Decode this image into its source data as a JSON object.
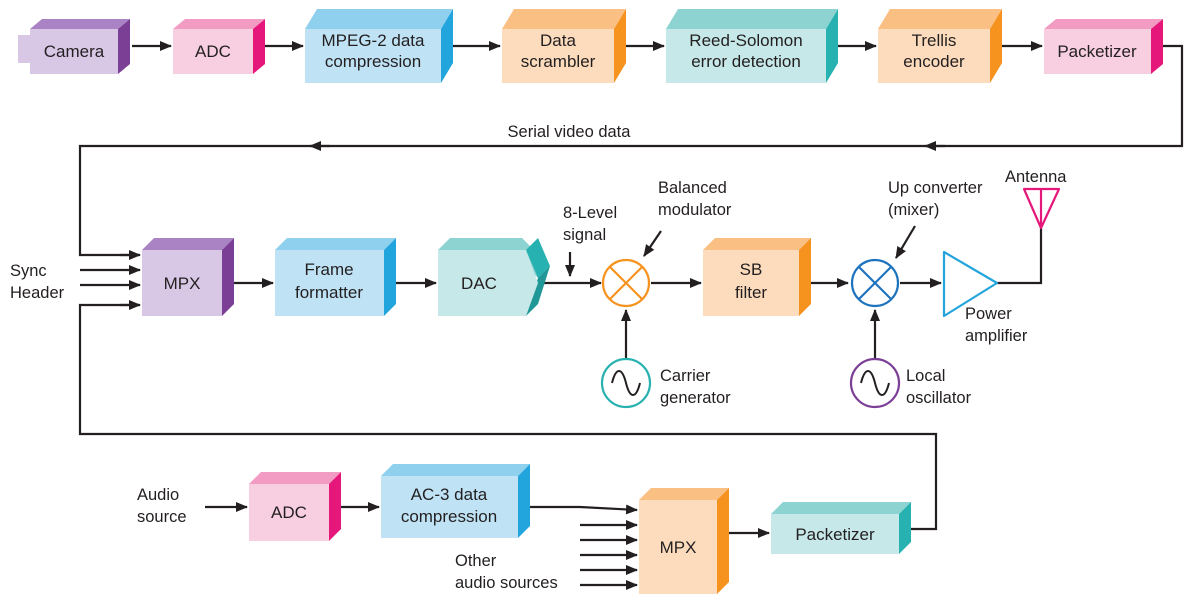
{
  "colors": {
    "camera": "#d8c8e6",
    "camera_side": "#7c3f96",
    "adc": "#f7cfe0",
    "adc_side": "#e5177b",
    "mpeg": "#bfe3f5",
    "mpeg_side": "#22a4dc",
    "scrambler": "#fcdcbd",
    "scrambler_side": "#f6921e",
    "reed": "#c6e8e8",
    "reed_side": "#27b1b0",
    "trellis": "#fcdcbd",
    "trellis_side": "#f6921e",
    "packetizer": "#f7cfe0",
    "packetizer_side": "#e5177b",
    "mpx": "#d8c8e6",
    "mpx_side": "#7c3f96",
    "frame": "#bfe3f5",
    "frame_side": "#22a4dc",
    "dac": "#c6e8e8",
    "dac_side": "#27b1b0",
    "sbfilter": "#fcdcbd",
    "sbfilter_side": "#f6921e",
    "mpx2": "#fcdcbd",
    "mpx2_side": "#f6921e",
    "packetizer2": "#c6e8e8",
    "packetizer2_side": "#27b1b0",
    "balanced_mod": "#f6921e",
    "mixer": "#1e73be",
    "carrier": "#27b1b0",
    "local_osc": "#7c3f96",
    "amplifier": "#22a4dc",
    "antenna": "#e5177b"
  },
  "blocks": {
    "camera": "Camera",
    "adc1": "ADC",
    "mpeg": [
      "MPEG-2 data",
      "compression"
    ],
    "scrambler": [
      "Data",
      "scrambler"
    ],
    "reed": [
      "Reed-Solomon",
      "error detection"
    ],
    "trellis": [
      "Trellis",
      "encoder"
    ],
    "packetizer1": "Packetizer",
    "mpx1": "MPX",
    "frame": [
      "Frame",
      "formatter"
    ],
    "dac": "DAC",
    "sbfilter": [
      "SB",
      "filter"
    ],
    "adc2": "ADC",
    "ac3": [
      "AC-3 data",
      "compression"
    ],
    "mpx2": "MPX",
    "packetizer2": "Packetizer"
  },
  "labels": {
    "serial": "Serial video data",
    "sync": "Sync",
    "header": "Header",
    "level": [
      "8-Level",
      "signal"
    ],
    "balanced": [
      "Balanced",
      "modulator"
    ],
    "upconv": [
      "Up converter",
      "(mixer)"
    ],
    "antenna": "Antenna",
    "power": [
      "Power",
      "amplifier"
    ],
    "carrier": [
      "Carrier",
      "generator"
    ],
    "local": [
      "Local",
      "oscillator"
    ],
    "audio": [
      "Audio",
      "source"
    ],
    "other": [
      "Other",
      "audio sources"
    ]
  },
  "icons": {
    "balanced_modulator": "multiplier-circle-icon",
    "mixer": "multiplier-circle-icon",
    "carrier_generator": "sine-wave-icon",
    "local_oscillator": "sine-wave-icon",
    "power_amplifier": "amplifier-triangle-icon",
    "antenna": "antenna-icon"
  }
}
